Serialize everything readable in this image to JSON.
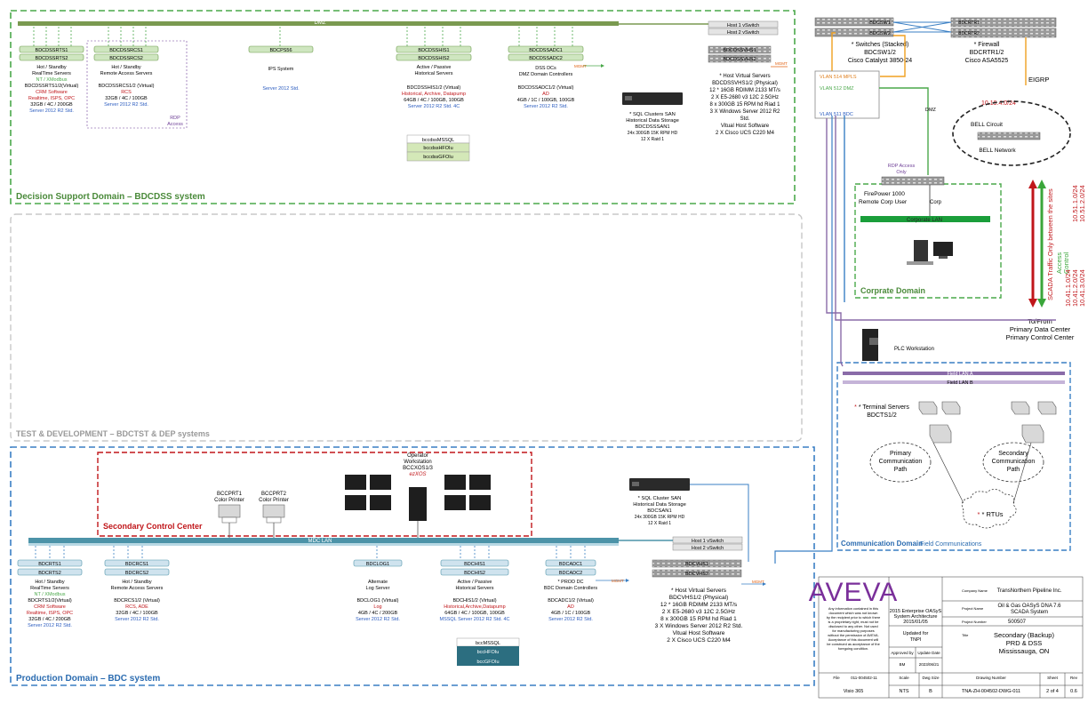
{
  "dss": {
    "title": "Decision Support Domain – BDCDSS system",
    "dmz": "DMZ",
    "host1": "Host 1 vSwitch",
    "host2": "Host 2 vSwitch",
    "rts": {
      "s1": "BDCDSSRTS1",
      "s2": "BDCDSSRTS2",
      "lines": [
        "Hot / Standby",
        "RealTime Servers",
        "NT / XModbus",
        "BDCDSSRTS1/2(Virtual)",
        "CRM Software",
        "Realtime, ISPS, OPC",
        "32GB / 4C / 200GB",
        "Server 2012 R2 Std."
      ]
    },
    "rcs": {
      "s1": "BDCDSSRCS1",
      "s2": "BDCDSSRCS2",
      "lines": [
        "Hot / Standby",
        "Remote Access Servers",
        "BDCDSSRCS1/2 (Virtual)",
        "RCS",
        "32GB / 4C / 100GB",
        "Server 2012 R2 Std."
      ],
      "rdp": [
        "RDP",
        "Access"
      ]
    },
    "ips": {
      "s1": "BDCPS56",
      "lines": [
        "IPS System",
        "Server 2012 Std."
      ]
    },
    "his": {
      "s1": "BDCDSSHIS1",
      "s2": "BDCDSSHIS2",
      "lines": [
        "Active / Passive",
        "Historical Servers",
        "BDCDSSHIS1/2 (Virtual)",
        "Historical, Archive, Datapump",
        "64GB / 4C / 100GB, 100GB",
        "Server 2012 R2 Std. 4C"
      ]
    },
    "adc": {
      "s1": "BDCDSSADC1",
      "s2": "BDCDSSADC2",
      "lines": [
        "DSS DCs",
        "DMZ Domain Controllers",
        "BDCDSSADC1/2 (Virtual)",
        "AD",
        "4GB / 1C / 100GB, 100GB",
        "Server 2012 R2 Std."
      ]
    },
    "db": [
      "bccdssMSSQL",
      "bccdssHFOIu",
      "bccdssGFOIu"
    ],
    "vhs": {
      "s1": "BDCDSSVHS1",
      "s2": "BDCDSSVHS2",
      "mgmt": "MGMT",
      "lines": [
        "* Host Virtual Servers",
        "BDCDSSVHS1/2 (Physical)",
        "12 * 16GB RDIMM 2133 MT/s",
        "2 X E5-2680 v3 12C 2.5GHz",
        "8 x 300GB 15 RPM hd Riad 1",
        "3 X Windows Server 2012 R2",
        "Std.",
        "Vitual Host Software",
        "2 X Cisco UCS C220 M4"
      ]
    },
    "san": {
      "lines": [
        "* SQL Clusters SAN",
        "Historical Data Storage",
        "BDCDSSSAN1",
        "24x 300GB 15K RPM HD",
        "12 X Raid 1"
      ]
    }
  },
  "net": {
    "switches": {
      "sw1": "BDCSW1",
      "sw2": "BDCSW2",
      "lines": [
        "* Switches (Stacked)",
        "BDCSW1/2",
        "Cisco Catalyst 3850-24"
      ]
    },
    "firewall": {
      "r1": "BDCRTR1",
      "r2": "BDCRTR2",
      "lines": [
        "* Firewall",
        "BDCRTR1/2",
        "Cisco ASA5525"
      ]
    },
    "eigrp": "EIGRP",
    "subnet": "10.19.4.0/24",
    "vlans": [
      "VLAN 514 MPLS",
      "VLAN 512 DMZ",
      "VLAN 511 BDC"
    ],
    "dmz_label": "DMZ",
    "bell": [
      "BELL Circuit",
      "BELL Network"
    ],
    "scada": {
      "green": "Access",
      "green2": "Control",
      "red": "SCADA Traffic Only between the sites",
      "ranges_top": [
        "10.51.1.0/24",
        "10.51.2.0/24"
      ],
      "ranges_bottom": [
        "10.41.1.0/24",
        "10.41.2.0/24",
        "10.41.3.0/24"
      ]
    },
    "tofrom": [
      "To/From",
      "Primary Data Center",
      "Primary Control Center"
    ]
  },
  "corp": {
    "title": "Corprate Domain",
    "rdp": [
      "RDP Access",
      "Only"
    ],
    "fp": [
      "FirePower 1000",
      "Remote Corp User"
    ],
    "corp": "Corp",
    "lan": "Corporate LAN"
  },
  "tst": {
    "title": "TEST & DEVELOPMENT – BDCTST & DEP systems"
  },
  "comm": {
    "title": "Communication Domain",
    "sub": "Field Communications",
    "plc": "PLC Workstation",
    "lanA": "Field LAN A",
    "lanB": "Field LAN B",
    "ts": [
      "* Terminal Servers",
      "BDCTS1/2"
    ],
    "pcp": [
      "Primary",
      "Communication",
      "Path"
    ],
    "scp": [
      "Secondary",
      "Communication",
      "Path"
    ],
    "rtus": "* RTUs"
  },
  "bdc": {
    "title": "Production Domain – BDC system",
    "scc": "Secondary Control Center",
    "mdc": "MDC LAN",
    "printer1": [
      "BCCPRT1",
      "Color Printer"
    ],
    "printer2": [
      "BCCPRT2",
      "Color Printer"
    ],
    "ows": [
      "Operator",
      "Workstation",
      "BCCXOS1/3",
      "ezXOS"
    ],
    "rts": {
      "s1": "BDCRTS1",
      "s2": "BDCRTS2",
      "lines": [
        "Hot / Standby",
        "RealTime Servers",
        "NT / XModbus",
        "BDCRTS1/2(Virtual)",
        "CRM Software",
        "Realtime, ISPS, OPC",
        "32GB / 4C / 200GB",
        "Server 2012 R2 Std."
      ]
    },
    "rcs": {
      "s1": "BDCRCS1",
      "s2": "BDCRCS2",
      "lines": [
        "Hot / Standby",
        "Remote Access Servers",
        "BDCRCS1/2 (Virtual)",
        "RCS, ADE",
        "32GB / 4C / 100GB",
        "Server 2012 R2 Std."
      ]
    },
    "log": {
      "s1": "BDCLOG1",
      "lines": [
        "Alternate",
        "Log Server",
        "BDCLOG1 (Virtual)",
        "Log",
        "4GB / 4C / 200GB",
        "Server 2012 R2 Std."
      ]
    },
    "his": {
      "s1": "BDCHIS1",
      "s2": "BDCHIS2",
      "lines": [
        "Active / Passive",
        "Historical Servers",
        "BDCHIS1/2 (Virtual)",
        "Historical,Archive,Datapump",
        "64GB / 4C / 100GB, 100GB",
        "MSSQL Server 2012 R2 Std. 4C"
      ]
    },
    "adc": {
      "s1": "BDCADC1",
      "s2": "BDCADC2",
      "lines": [
        "* PROD DC",
        "BDC Domain Controllers",
        "BDCADC1/2 (Virtual)",
        "AD",
        "4GB / 1C / 100GB",
        "Server 2012 R2 Std."
      ]
    },
    "db": [
      "bccMSSQL",
      "bccHFOIu",
      "bccGFOIu"
    ],
    "host1": "Host 1 vSwitch",
    "host2": "Host 2 vSwitch",
    "vhs": {
      "s1": "BDCVHS1",
      "s2": "BDCVHS2",
      "mgmt": "MGMT",
      "lines": [
        "* Host Virtual Servers",
        "BDCVHS1/2 (Physical)",
        "12 * 16GB RDIMM 2133 MT/s",
        "2 X E5-2680 v3 12C 2.5GHz",
        "8 x 300GB 15 RPM hd Riad 1",
        "3 X Windows Server 2012 R2 Std.",
        "Vitual Host Software",
        "2 X Cisco UCS C220 M4"
      ]
    },
    "san": {
      "lines": [
        "* SQL Cluster SAN",
        "Historical Data Storage",
        "BDCSAN1",
        "24x 300GB 15K RPM HD",
        "12 X Raid 1"
      ]
    }
  },
  "titleblock": {
    "logo": "AVEVA",
    "disclaimer": [
      "Any information contained in this",
      "document which was not known",
      "by the recipient prior to which there",
      "is a proprietary right, must not be",
      "disclosed to any other. Not used",
      "for manufacturing purposes",
      "without the permission of AVEVA.",
      "Acceptance of this document will",
      "be construed as acceptance of the",
      "foregoing condition."
    ],
    "project": [
      "2015 Enterprise OASyS",
      "System Architecture",
      "2015/01/05"
    ],
    "updated_for": [
      "Updated for",
      "TNPI"
    ],
    "approved_by": "Approved by",
    "approver": "BM",
    "update_date_label": "Update Date",
    "update_date": "2023/06/21",
    "company_label": "Company Name",
    "company": "TransNorthern Pipeline Inc.",
    "project_name_label": "Project Name",
    "project_name": [
      "Oil & Gas OASyS DNA 7.6",
      "SCADA System"
    ],
    "project_number_label": "Project Number",
    "project_number": "500507",
    "title_label": "Title",
    "title": [
      "Secondary (Backup)",
      "PRD & DSS",
      "Mississauga, ON"
    ],
    "file_label": "File",
    "file": "011-004502-11",
    "file2": "Visio 365",
    "scale_label": "Scale",
    "scale": "NTS",
    "dwg_size_label": "Dwg Size",
    "dwg_size": "B",
    "drawing_number_label": "Drawing Number",
    "drawing_number": "TNA-ZH-004502-DWG-011",
    "sheet_label": "Sheet",
    "sheet": "2 of 4",
    "rev_label": "Rev",
    "rev": "0.6"
  },
  "colors": {
    "green": "#4aa84a",
    "grey": "#a8a8a8",
    "blue": "#3a7fc4",
    "red": "#c0161a",
    "purple": "#6e3f97"
  }
}
